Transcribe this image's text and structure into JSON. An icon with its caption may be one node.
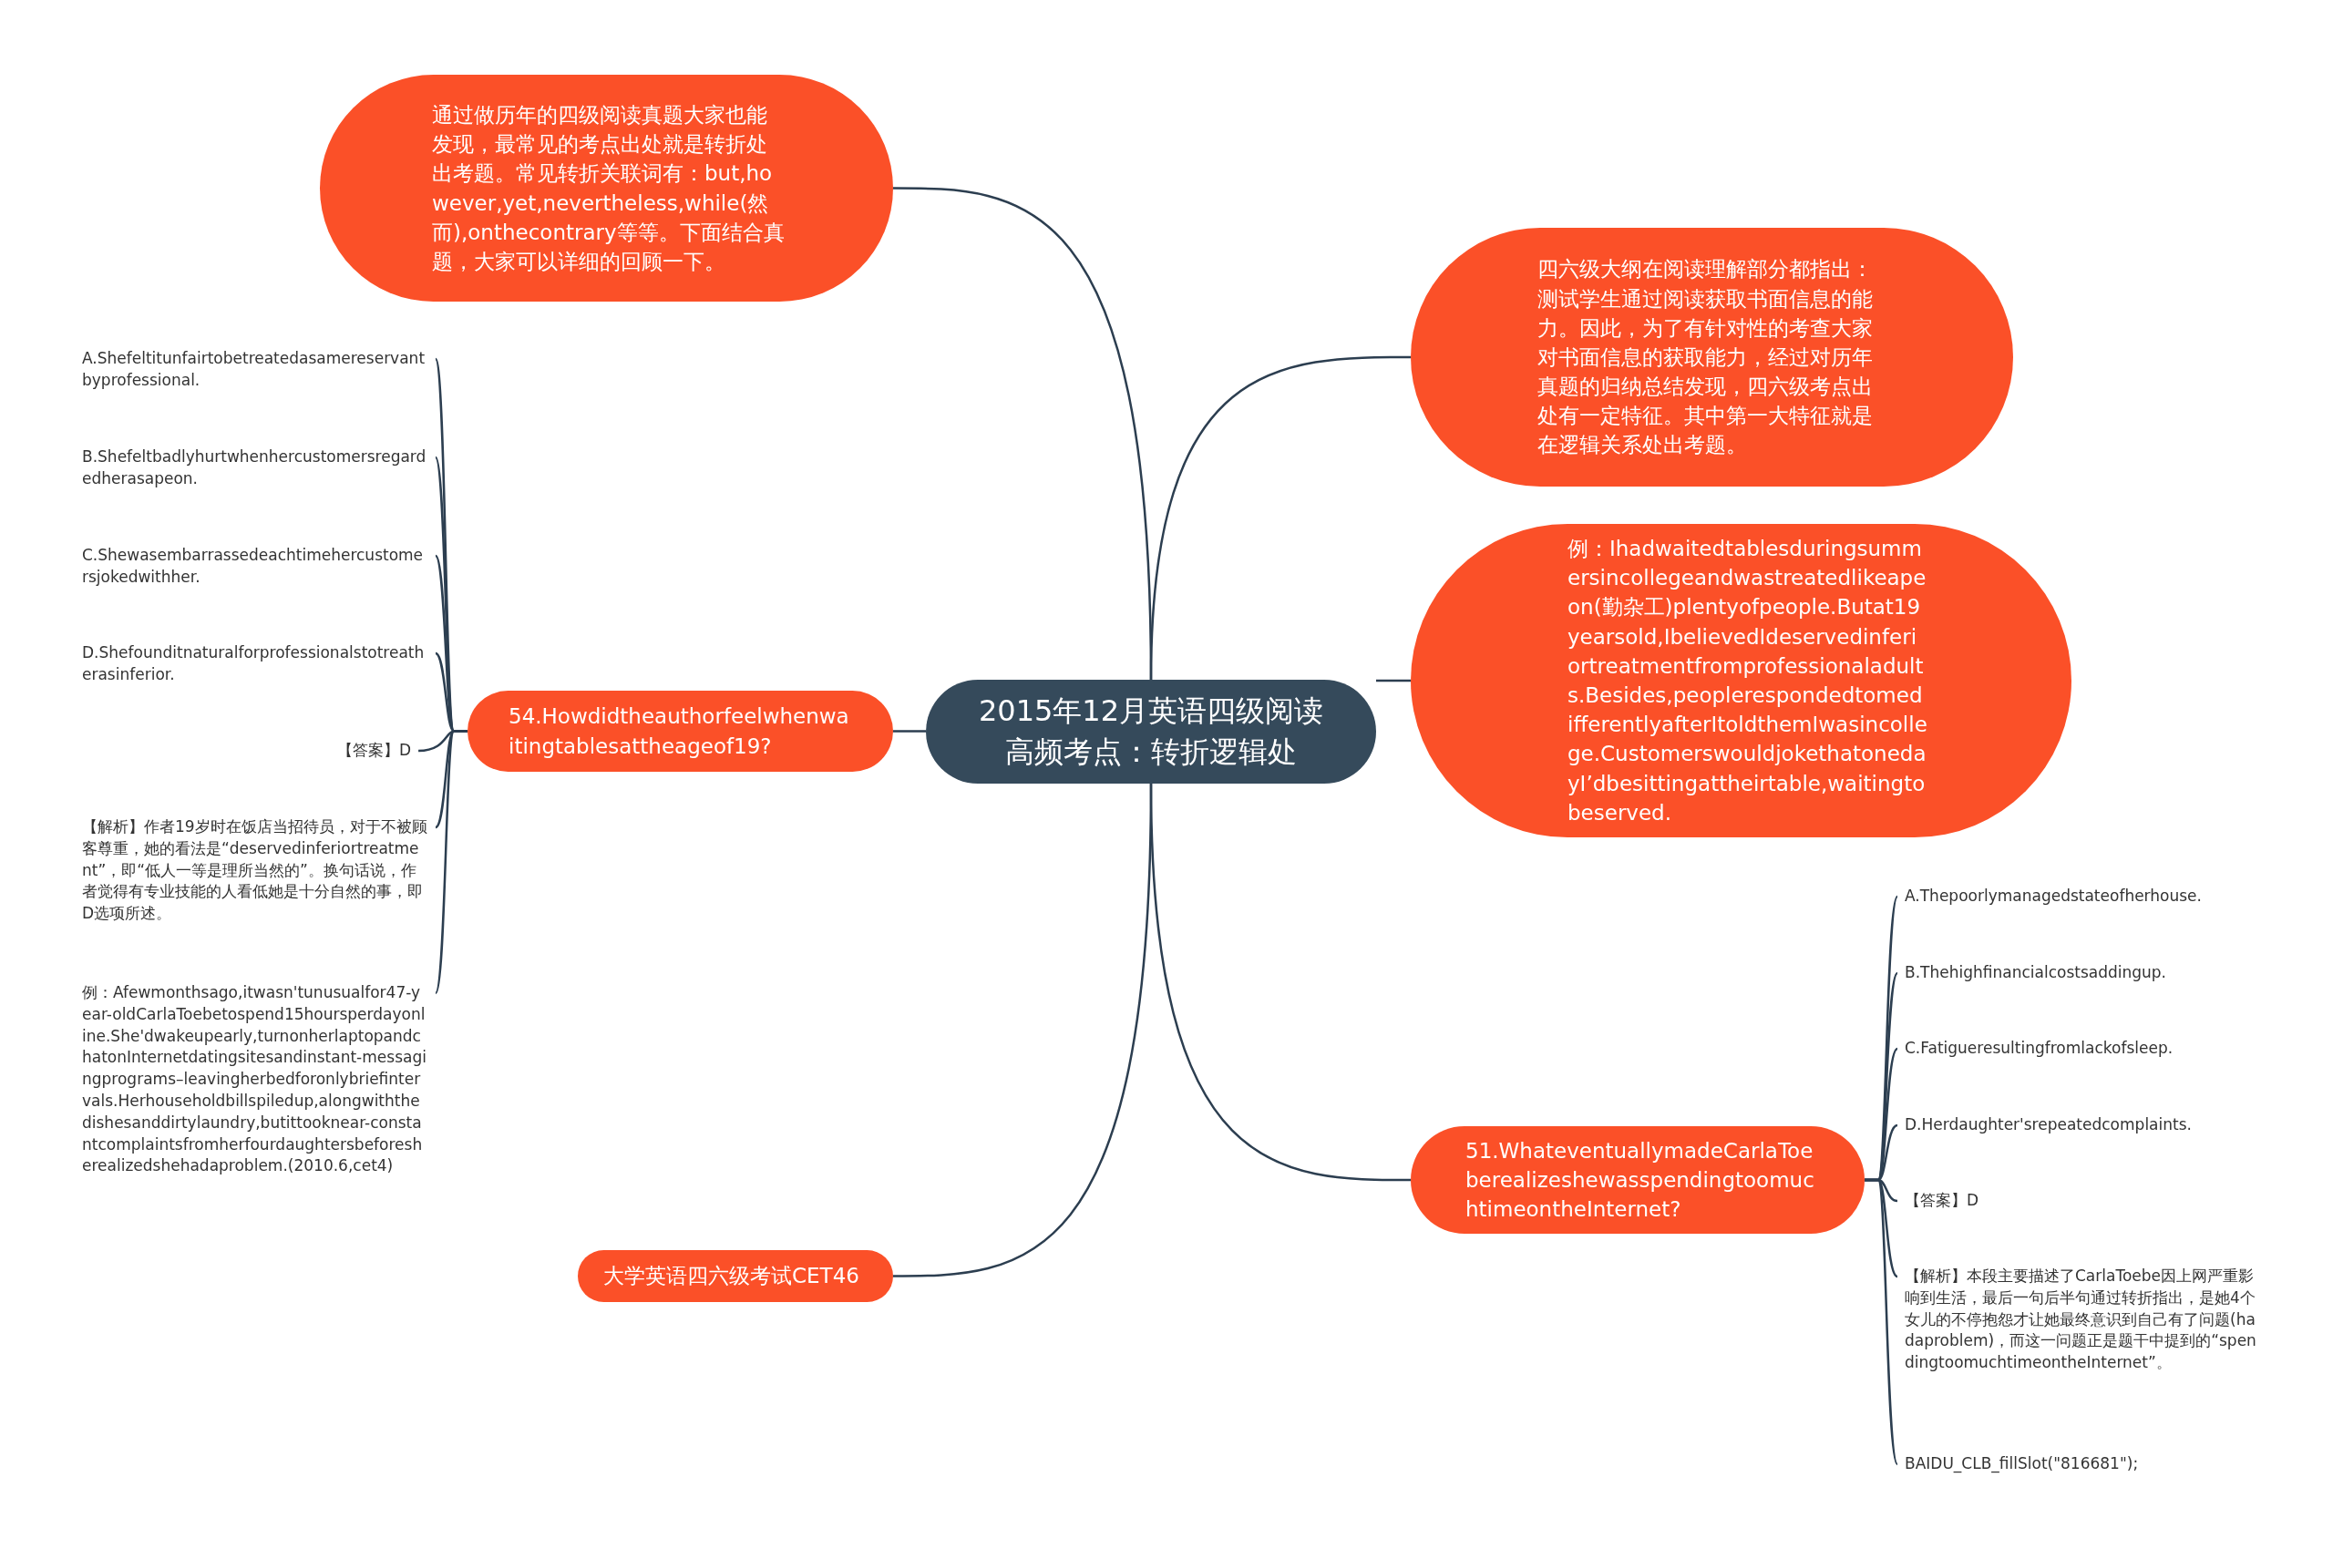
{
  "diagram": {
    "nodes": [
      {
        "text": [
          "2015年12月英语四级阅读高频考点：转折逻辑处"
        ]
      },
      {
        "text": [
          "通过做历年的四级阅读真题大家也能发现，最常见的考点出处就是转折处出考题。常见转折关联词有：but,however,yet,nevertheless,while(然而),onthecontrary等等。下面结合真题，大家可以详细的回顾一下。"
        ]
      },
      {
        "text": [
          "四六级大纲在阅读理解部分都指出：测试学生通过阅读获取书面信息的能力。因此，为了有针对性的考查大家对书面信息的获取能力，经过对历年真题的归纳总结发现，四六级考点出处有一定特征。其中第一大特征就是在逻辑关系处出考题。"
        ]
      },
      {
        "text": [
          "例：Ihadwaitedtablesduringsummersincollegeandwastreatedlikeapeon(勤杂工)plentyofpeople.Butat19yearsold,IbelievedIdeservedinferiortreatmentfromprofessionaladults.Besides,peoplerespondedtomedifferentlyafterItoldthemIwasincollege.CustomerswouldjokethatonedayI’dbesittingattheirtable,waitingtobeserved."
        ]
      },
      {
        "text": [
          "54.Howdidtheauthorfeelwhenwaitingtablesattheageof19?"
        ]
      },
      {
        "text": [
          "大学英语四六级考试CET46"
        ]
      },
      {
        "text": [
          "51.WhateventuallymadeCarlaToeberealizeshewasspendingtoomuchtimeontheInternet?"
        ]
      },
      {
        "text": [
          "A.Shefeltitunfairtobetreatedasamereservantbyprofessional."
        ]
      },
      {
        "text": [
          "B.Shefeltbadlyhurtwhenhercustomersregardedherasapeon."
        ]
      },
      {
        "text": [
          "C.Shewasembarrassedeachtimehercustomersjokedwithher."
        ]
      },
      {
        "text": [
          "D.Shefounditnaturalforprofessionalstotreatherasinferior."
        ]
      },
      {
        "text": [
          "【答案】D"
        ]
      },
      {
        "text": [
          "【解析】作者19岁时在饭店当招待员，对于不被顾客尊重，她的看法是“deservedinferiortreatment”，即“低人一等是理所当然的”。换句话说，作者觉得有专业技能的人看低她是十分自然的事，即D选项所述。"
        ]
      },
      {
        "text": [
          "例：Afewmonthsago,itwasn'tunusualfor47-year-oldCarlaToebetospend15hoursperdayonline.She'dwakeupearly,turnonherlaptopandchatonInternetdatingsitesandinstant-messagingprograms–leavingherbedforonlybriefintervals.Herhouseholdbillspiledup,alongwiththedishesanddirtylaundry,butittooknear-constantcomplaintsfromherfourdaughtersbeforesherealizedshehadaproblem.(2010.6,cet4)"
        ]
      },
      {
        "text": [
          "A.Thepoorlymanagedstateofherhouse."
        ]
      },
      {
        "text": [
          "B.Thehighfinancialcostsaddingup."
        ]
      },
      {
        "text": [
          "C.Fatigueresultingfromlackofsleep."
        ]
      },
      {
        "text": [
          "D.Herdaughter'srepeatedcomplaints."
        ]
      },
      {
        "text": [
          "【答案】D"
        ]
      },
      {
        "text": [
          "【解析】本段主要描述了CarlaToebe因上网严重影响到生活，最后一句后半句通过转折指出，是她4个女儿的不停抱怨才让她最终意识到自己有了问题(hadaproblem)，而这一问题正是题干中提到的“spendingtoomuchtimeontheInternet”。"
        ]
      },
      {
        "text": [
          "BAIDU_CLB_fillSlot(\"816681\");"
        ]
      }
    ],
    "edges": [
      {
        "from": 0,
        "to": 1,
        "arrow": "none"
      },
      {
        "from": 0,
        "to": 2,
        "arrow": "none"
      },
      {
        "from": 0,
        "to": 3,
        "arrow": "none"
      },
      {
        "from": 0,
        "to": 4,
        "arrow": "none"
      },
      {
        "from": 0,
        "to": 5,
        "arrow": "none"
      },
      {
        "from": 0,
        "to": 6,
        "arrow": "none"
      },
      {
        "from": 4,
        "to": 7,
        "arrow": "none"
      },
      {
        "from": 4,
        "to": 8,
        "arrow": "none"
      },
      {
        "from": 4,
        "to": 9,
        "arrow": "none"
      },
      {
        "from": 4,
        "to": 10,
        "arrow": "none"
      },
      {
        "from": 4,
        "to": 11,
        "arrow": "none"
      },
      {
        "from": 4,
        "to": 12,
        "arrow": "none"
      },
      {
        "from": 4,
        "to": 13,
        "arrow": "none"
      },
      {
        "from": 6,
        "to": 14,
        "arrow": "none"
      },
      {
        "from": 6,
        "to": 15,
        "arrow": "none"
      },
      {
        "from": 6,
        "to": 16,
        "arrow": "none"
      },
      {
        "from": 6,
        "to": 17,
        "arrow": "none"
      },
      {
        "from": 6,
        "to": 18,
        "arrow": "none"
      },
      {
        "from": 6,
        "to": 19,
        "arrow": "none"
      },
      {
        "from": 6,
        "to": 20,
        "arrow": "none"
      }
    ]
  }
}
